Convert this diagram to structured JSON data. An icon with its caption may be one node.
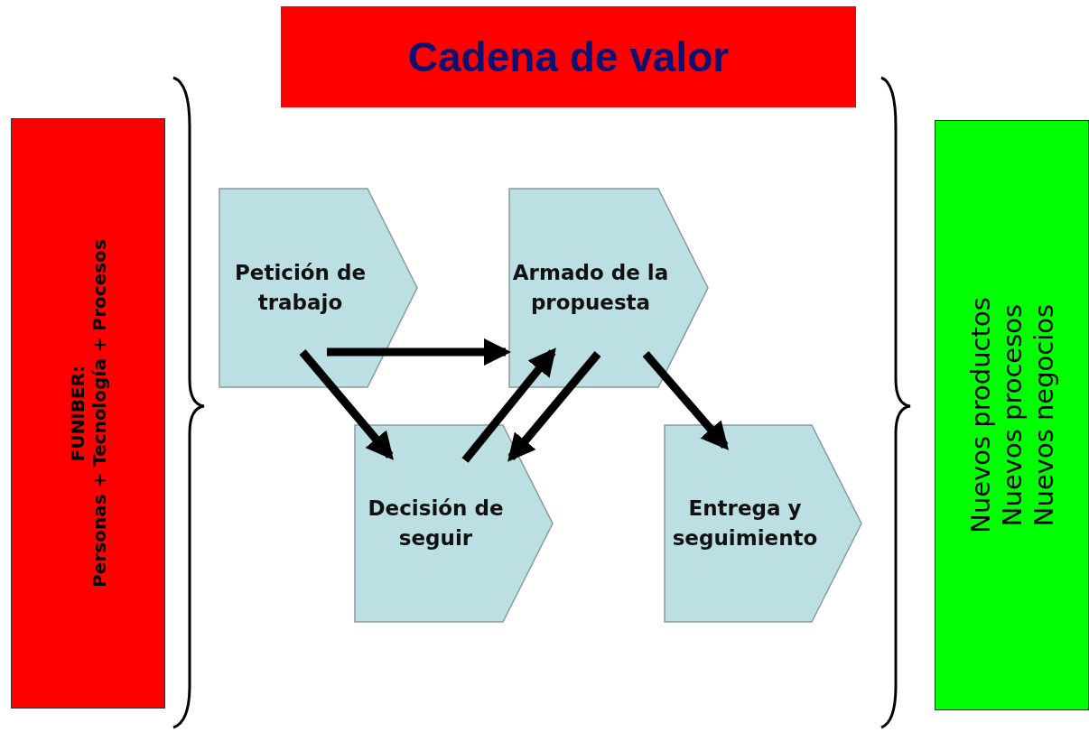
{
  "diagram": {
    "title": "Cadena de valor",
    "nodes": [
      {
        "text": [
          "FUNIBER:",
          "Personas + Tecnología + Procesos"
        ]
      },
      {
        "text": [
          "Nuevos productos",
          "Nuevos procesos",
          "Nuevos negocios"
        ]
      },
      {
        "text": [
          "Petición de trabajo"
        ]
      },
      {
        "text": [
          "Armado de la propuesta"
        ]
      },
      {
        "text": [
          "Decisión de seguir"
        ]
      },
      {
        "text": [
          "Entrega y seguimiento"
        ]
      }
    ],
    "edges": [
      {
        "from": 2,
        "to": 3,
        "arrow": "to"
      },
      {
        "from": 2,
        "to": 4,
        "arrow": "to"
      },
      {
        "from": 4,
        "to": 3,
        "arrow": "to"
      },
      {
        "from": 3,
        "to": 4,
        "arrow": "to"
      },
      {
        "from": 3,
        "to": 5,
        "arrow": "to"
      }
    ]
  }
}
